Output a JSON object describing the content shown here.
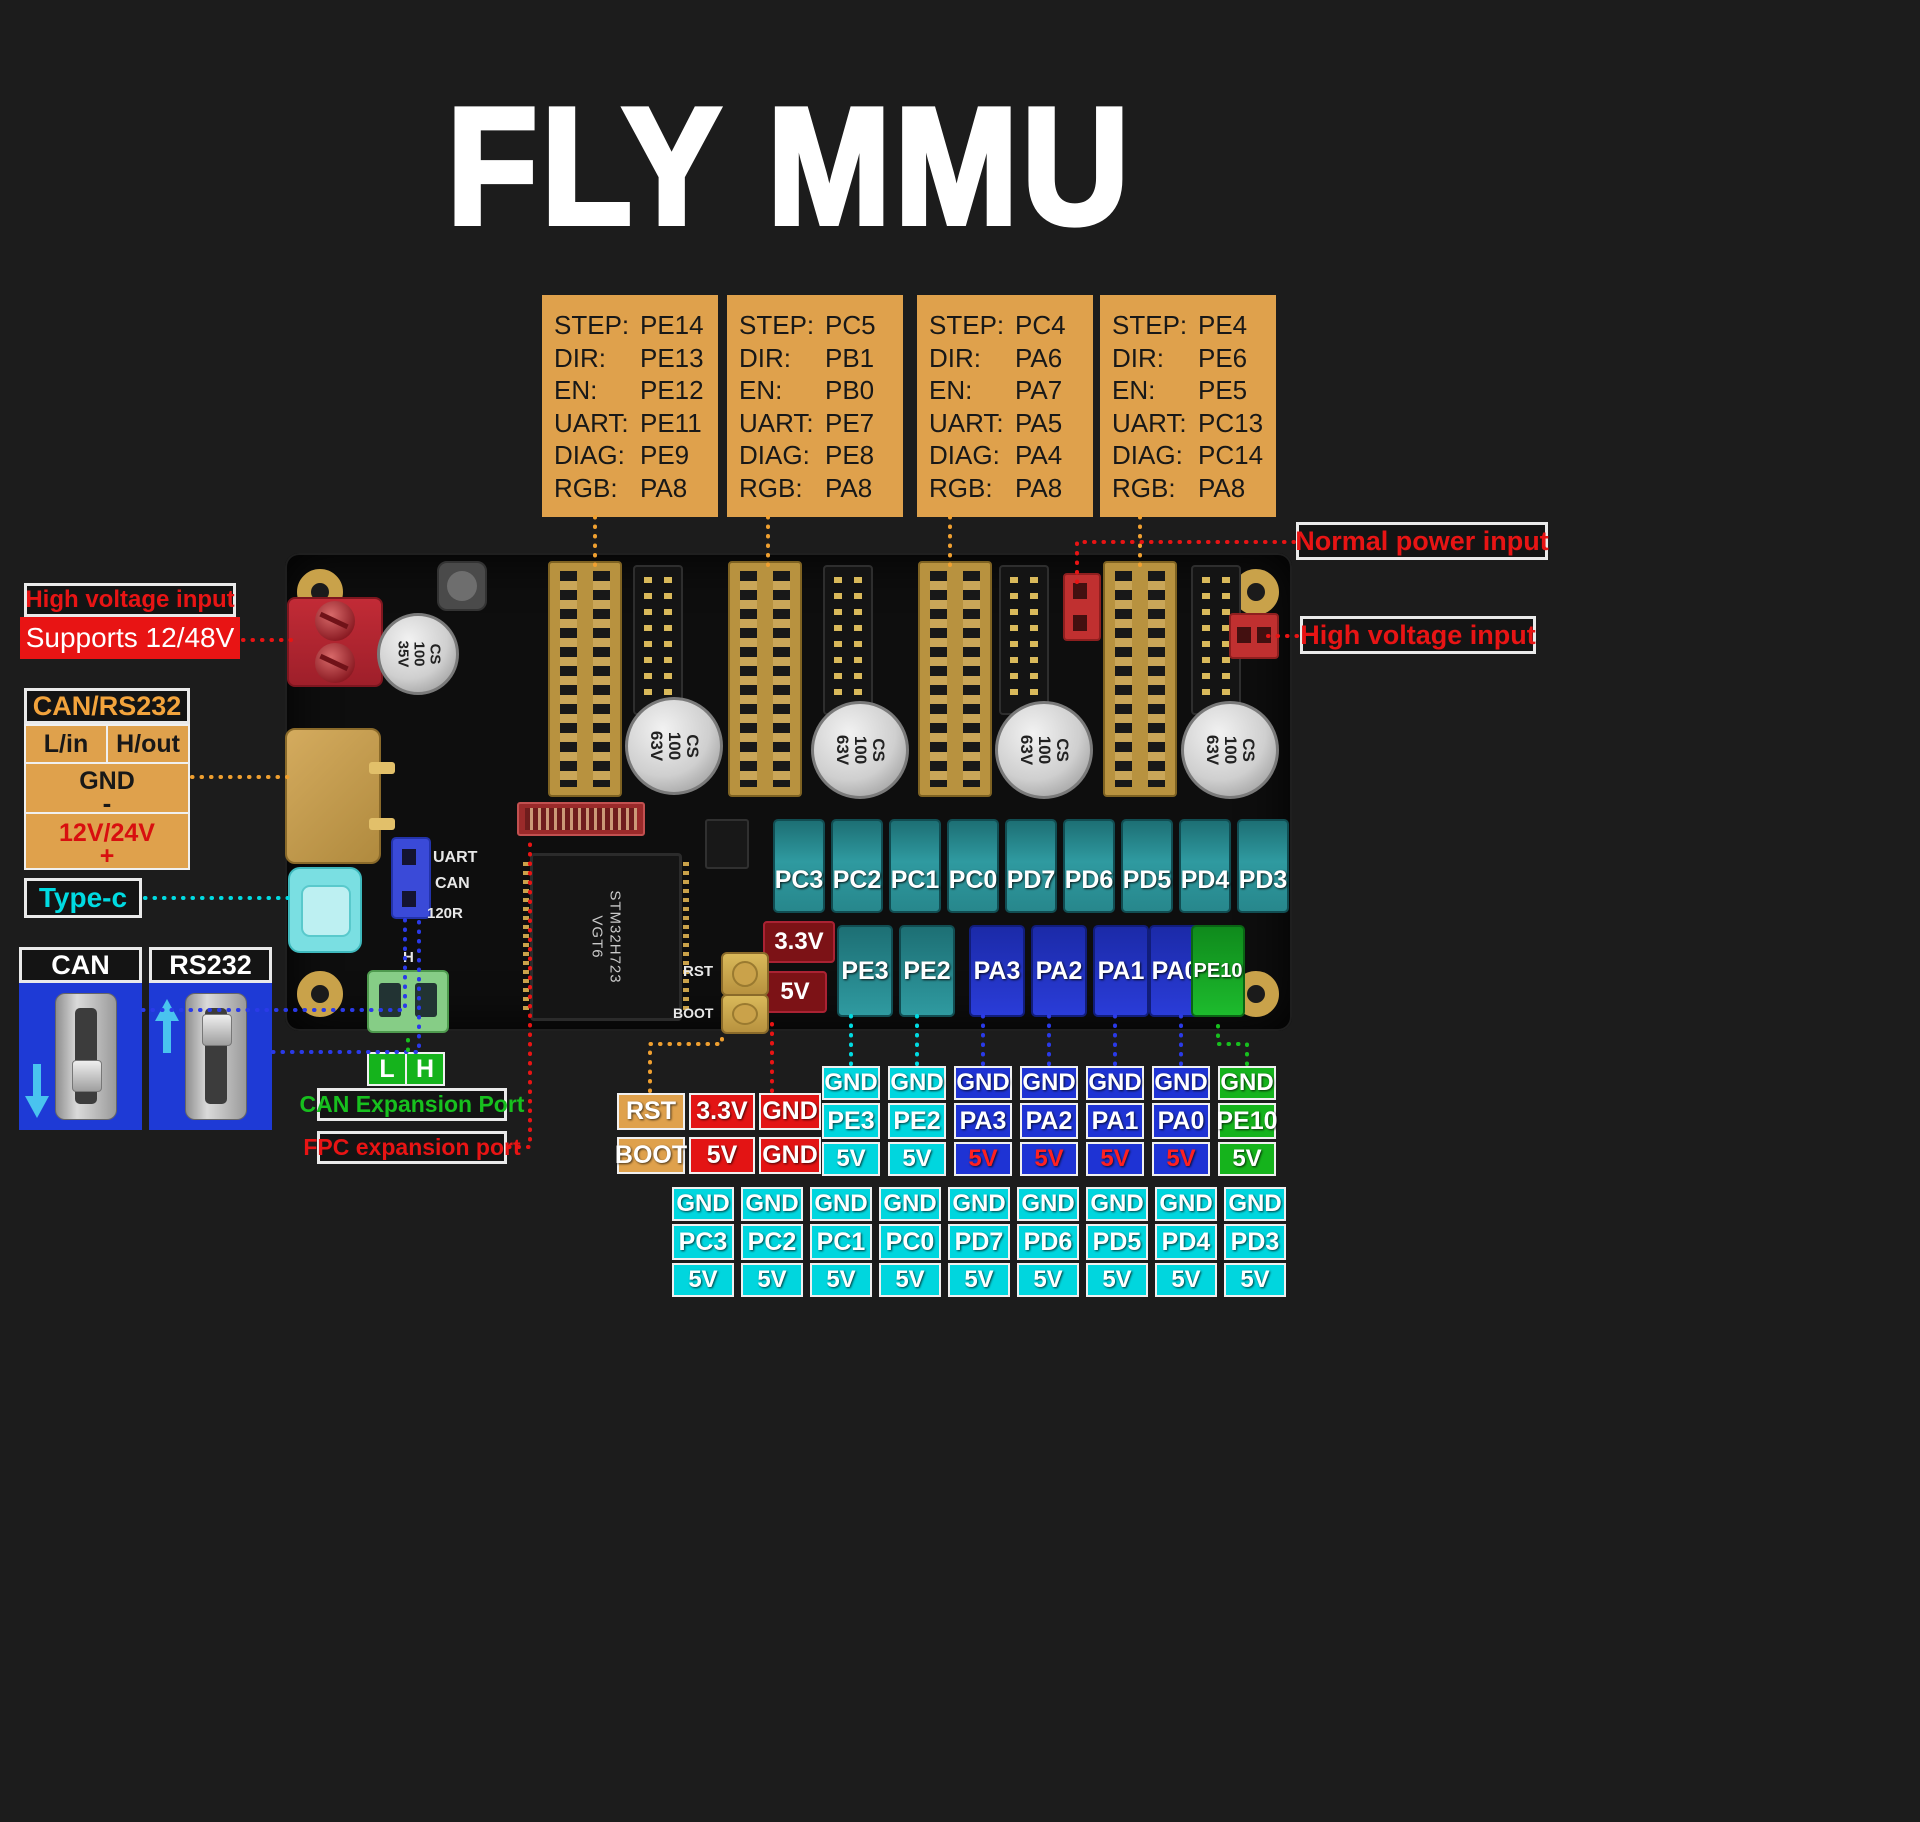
{
  "title": "FLY MMU",
  "colors": {
    "orange": "#e0a24e",
    "red": "#e81414",
    "cyan": "#00dbe2",
    "blue": "#1e33d4",
    "green": "#15b31c",
    "teal": "#2a8f93",
    "dark_red": "#7c1216"
  },
  "driver_boxes": [
    {
      "pins": [
        {
          "k": "STEP:",
          "v": "PE14"
        },
        {
          "k": "DIR:",
          "v": "PE13"
        },
        {
          "k": "EN:",
          "v": "PE12"
        },
        {
          "k": "UART:",
          "v": "PE11"
        },
        {
          "k": "DIAG:",
          "v": "PE9"
        },
        {
          "k": "RGB:",
          "v": "PA8"
        }
      ]
    },
    {
      "pins": [
        {
          "k": "STEP:",
          "v": "PC5"
        },
        {
          "k": "DIR:",
          "v": "PB1"
        },
        {
          "k": "EN:",
          "v": "PB0"
        },
        {
          "k": "UART:",
          "v": "PE7"
        },
        {
          "k": "DIAG:",
          "v": "PE8"
        },
        {
          "k": "RGB:",
          "v": "PA8"
        }
      ]
    },
    {
      "pins": [
        {
          "k": "STEP:",
          "v": "PC4"
        },
        {
          "k": "DIR:",
          "v": "PA6"
        },
        {
          "k": "EN:",
          "v": "PA7"
        },
        {
          "k": "UART:",
          "v": "PA5"
        },
        {
          "k": "DIAG:",
          "v": "PA4"
        },
        {
          "k": "RGB:",
          "v": "PA8"
        }
      ]
    },
    {
      "pins": [
        {
          "k": "STEP:",
          "v": "PE4"
        },
        {
          "k": "DIR:",
          "v": "PE6"
        },
        {
          "k": "EN:",
          "v": "PE5"
        },
        {
          "k": "UART:",
          "v": "PC13"
        },
        {
          "k": "DIAG:",
          "v": "PC14"
        },
        {
          "k": "RGB:",
          "v": "PA8"
        }
      ]
    }
  ],
  "right_panel": {
    "normal_power": "Normal power input",
    "high_voltage": "High voltage input"
  },
  "left_panel": {
    "hv_title": "High voltage input",
    "hv_sub": "Supports 12/48V",
    "can_rs232_title": "CAN/RS232",
    "table": {
      "l_in": "L/in",
      "h_out": "H/out",
      "gnd": "GND",
      "minus": "-",
      "v12": "12V/24V",
      "plus": "+"
    },
    "type_c": "Type-c",
    "can": "CAN",
    "rs232": "RS232"
  },
  "bottom_labels": {
    "l": "L",
    "h": "H",
    "can_expansion": "CAN Expansion Port",
    "fpc_expansion": "FPC expansion port"
  },
  "board": {
    "cap_small": "CS\n100\n35V",
    "cap_large": "CS\n100\n63V",
    "chip": "STM32H723\nVGT6",
    "uart": "UART",
    "can": "CAN",
    "r120": "120R",
    "h": "H",
    "rst": "RST",
    "boot": "BOOT",
    "v33": "3.3V",
    "v5": "5V",
    "row1": [
      "PC3",
      "PC2",
      "PC1",
      "PC0",
      "PD7",
      "PD6",
      "PD5",
      "PD4",
      "PD3"
    ],
    "row2": [
      "PE3",
      "PE2",
      "PA3",
      "PA2",
      "PA1",
      "PA0",
      "PE10"
    ]
  },
  "rst_boot_table": {
    "rows": [
      [
        "RST",
        "3.3V",
        "GND"
      ],
      [
        "BOOT",
        "5V",
        "GND"
      ]
    ]
  },
  "mid_columns": [
    {
      "gnd": "GND",
      "pin": "PE3",
      "v": "5V",
      "style": "cyan"
    },
    {
      "gnd": "GND",
      "pin": "PE2",
      "v": "5V",
      "style": "cyan"
    },
    {
      "gnd": "GND",
      "pin": "PA3",
      "v": "5V",
      "style": "blue"
    },
    {
      "gnd": "GND",
      "pin": "PA2",
      "v": "5V",
      "style": "blue"
    },
    {
      "gnd": "GND",
      "pin": "PA1",
      "v": "5V",
      "style": "blue"
    },
    {
      "gnd": "GND",
      "pin": "PA0",
      "v": "5V",
      "style": "blue"
    },
    {
      "gnd": "GND",
      "pin": "PE10",
      "v": "5V",
      "style": "green"
    }
  ],
  "bottom_columns": [
    {
      "gnd": "GND",
      "pin": "PC3",
      "v": "5V"
    },
    {
      "gnd": "GND",
      "pin": "PC2",
      "v": "5V"
    },
    {
      "gnd": "GND",
      "pin": "PC1",
      "v": "5V"
    },
    {
      "gnd": "GND",
      "pin": "PC0",
      "v": "5V"
    },
    {
      "gnd": "GND",
      "pin": "PD7",
      "v": "5V"
    },
    {
      "gnd": "GND",
      "pin": "PD6",
      "v": "5V"
    },
    {
      "gnd": "GND",
      "pin": "PD5",
      "v": "5V"
    },
    {
      "gnd": "GND",
      "pin": "PD4",
      "v": "5V"
    },
    {
      "gnd": "GND",
      "pin": "PD3",
      "v": "5V"
    }
  ]
}
